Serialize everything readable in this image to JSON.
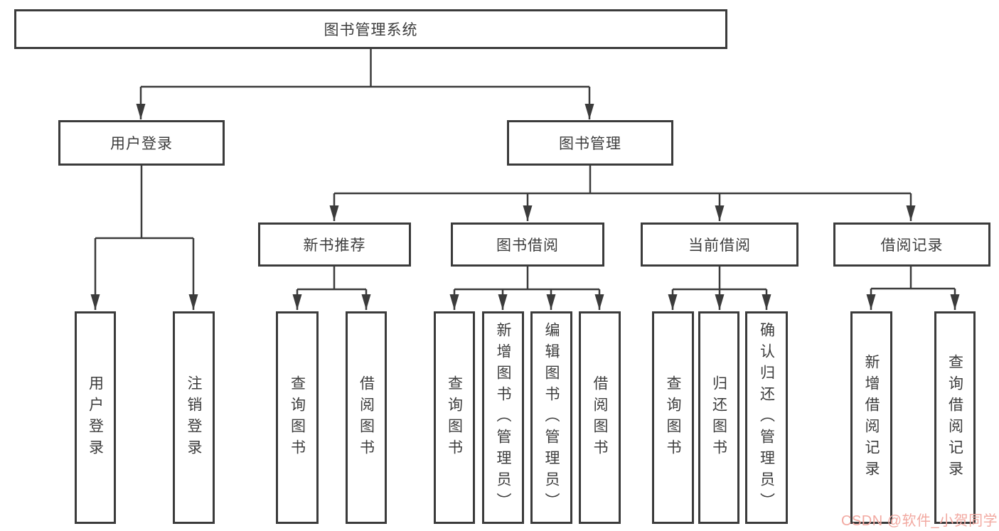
{
  "page": {
    "background": "#ffffff",
    "line_color": "#3b3b3b",
    "text_color": "#3d3d3d"
  },
  "root": {
    "label": "图书管理系统"
  },
  "level2": [
    {
      "label": "用户登录"
    },
    {
      "label": "图书管理"
    }
  ],
  "level3": [
    {
      "label": "新书推荐"
    },
    {
      "label": "图书借阅"
    },
    {
      "label": "当前借阅"
    },
    {
      "label": "借阅记录"
    }
  ],
  "leaves": [
    {
      "label": "用户登录"
    },
    {
      "label": "注销登录"
    },
    {
      "label": "查询图书"
    },
    {
      "label": "借阅图书"
    },
    {
      "label": "查询图书"
    },
    {
      "label": "新增图书（管理员）"
    },
    {
      "label": "编辑图书（管理员）"
    },
    {
      "label": "借阅图书"
    },
    {
      "label": "查询图书"
    },
    {
      "label": "归还图书"
    },
    {
      "label": "确认归还（管理员）"
    },
    {
      "label": "新增借阅记录"
    },
    {
      "label": "查询借阅记录"
    }
  ],
  "watermark": {
    "text": "CSDN @软件_小贺同学",
    "color": "#f2a9a1"
  }
}
